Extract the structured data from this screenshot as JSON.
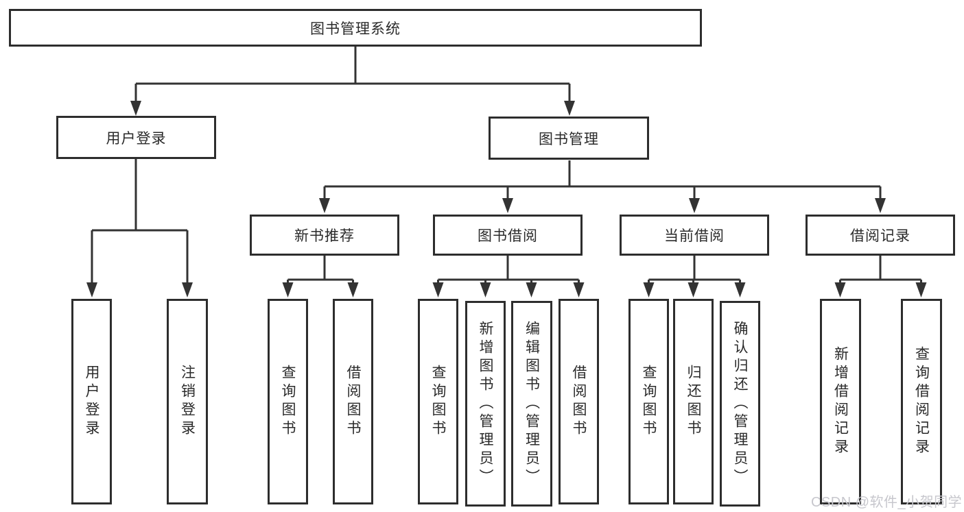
{
  "colors": {
    "background": "#ffffff",
    "box_border": "#2d2d2d",
    "connector": "#333333",
    "text": "#2a2a2a",
    "watermark": "#c7c7cd"
  },
  "diagram": {
    "root": {
      "label": "图书管理系统"
    },
    "level2": {
      "user_login": {
        "label": "用户登录"
      },
      "book_management": {
        "label": "图书管理"
      }
    },
    "level3": {
      "new_book_recommend": {
        "label": "新书推荐"
      },
      "book_borrowing": {
        "label": "图书借阅"
      },
      "current_borrowing": {
        "label": "当前借阅"
      },
      "borrowing_records": {
        "label": "借阅记录"
      }
    },
    "leaves": {
      "user_login": {
        "label": "用户登录"
      },
      "logout": {
        "label": "注销登录"
      },
      "query_book_nb": {
        "label": "查询图书"
      },
      "borrow_book_nb": {
        "label": "借阅图书"
      },
      "query_book_bb": {
        "label": "查询图书"
      },
      "add_book_admin": {
        "label": "新增图书（管理员）"
      },
      "edit_book_admin": {
        "label": "编辑图书（管理员）"
      },
      "borrow_book_bb": {
        "label": "借阅图书"
      },
      "query_book_cb": {
        "label": "查询图书"
      },
      "return_book": {
        "label": "归还图书"
      },
      "confirm_return_admin": {
        "label": "确认归还（管理员）"
      },
      "add_borrow_record": {
        "label": "新增借阅记录"
      },
      "query_borrow_record": {
        "label": "查询借阅记录"
      }
    },
    "watermark": "CSDN @软件_小贺同学"
  }
}
